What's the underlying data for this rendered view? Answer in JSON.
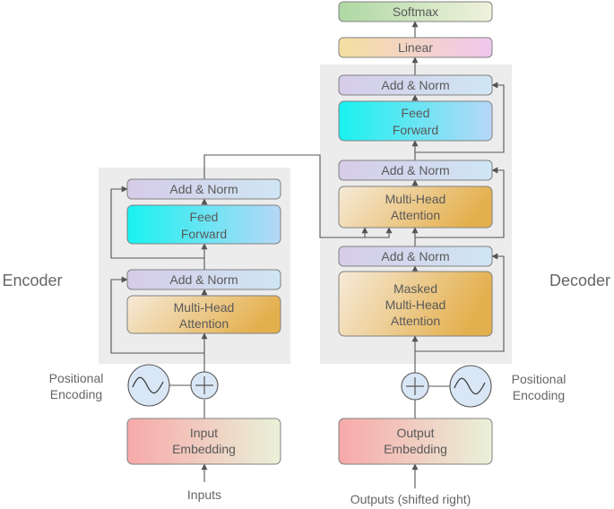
{
  "encoder": {
    "label": "Encoder",
    "add_norm_top": "Add & Norm",
    "feed_forward": [
      "Feed",
      "Forward"
    ],
    "add_norm_bottom": "Add & Norm",
    "attention": [
      "Multi-Head",
      "Attention"
    ],
    "positional_encoding": [
      "Positional",
      "Encoding"
    ],
    "embedding": [
      "Input",
      "Embedding"
    ],
    "input_label": "Inputs"
  },
  "decoder": {
    "label": "Decoder",
    "softmax": "Softmax",
    "linear": "Linear",
    "add_norm_top": "Add & Norm",
    "feed_forward": [
      "Feed",
      "Forward"
    ],
    "add_norm_middle": "Add & Norm",
    "cross_attention": [
      "Multi-Head",
      "Attention"
    ],
    "add_norm_bottom": "Add & Norm",
    "masked_attention": [
      "Masked",
      "Multi-Head",
      "Attention"
    ],
    "positional_encoding": [
      "Positional",
      "Encoding"
    ],
    "embedding": [
      "Output",
      "Embedding"
    ],
    "input_label": "Outputs (shifted right)"
  },
  "colors": {
    "panel": "#ececec",
    "add_norm": [
      "#d6cce8",
      "#cfe6f4"
    ],
    "feed_forward": [
      "#19f2ef",
      "#b7d7f7"
    ],
    "attention": [
      "#f6ead8",
      "#e4b04e"
    ],
    "embedding": [
      "#f7a9a9",
      "#e9f1d8"
    ],
    "softmax": [
      "#aed8a3",
      "#f0f2dd"
    ],
    "linear": [
      "#f5dfa0",
      "#f1c7ef"
    ],
    "circle_fill": "#d9e6f5",
    "line": "#555555"
  }
}
